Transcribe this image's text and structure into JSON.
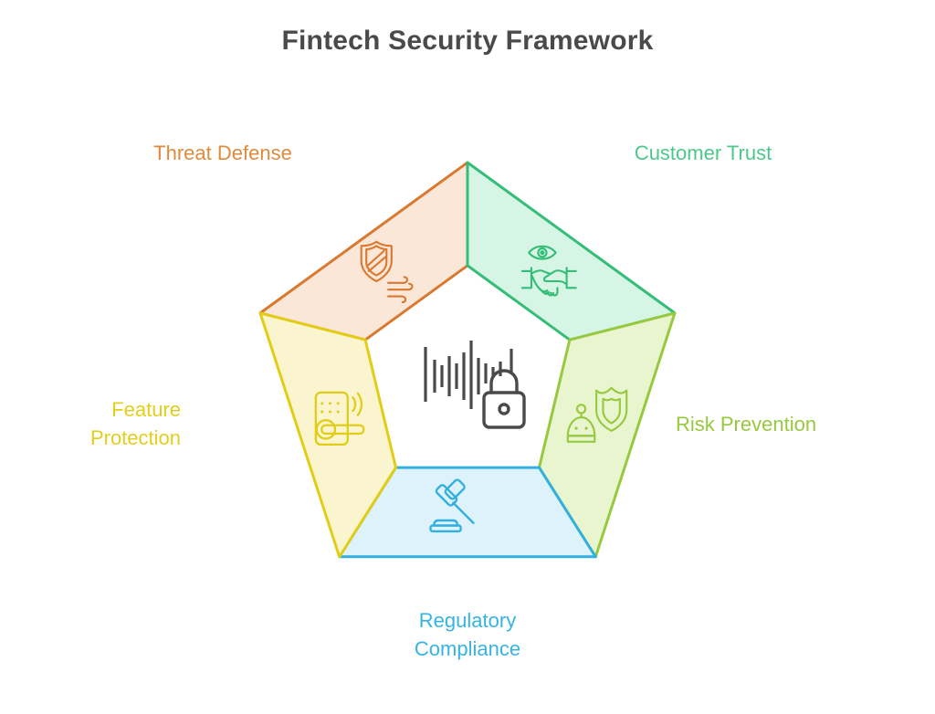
{
  "header": {
    "title": "Fintech Security Framework",
    "title_color": "#4a4a4a"
  },
  "diagram": {
    "type": "pentagon-segment-wheel",
    "segment_count": 5,
    "center_icon": {
      "name": "voice-waveform-lock-icon",
      "description": "Audio waveform bars with a padlock",
      "color": "#4a4a4a"
    },
    "segments": [
      {
        "id": "customer-trust",
        "label": "Customer Trust",
        "position": "top-right",
        "stroke": "#34bd78",
        "fill": "#d6f5e5",
        "label_color": "#4cc98a",
        "icon": {
          "name": "eye-handshake-icon",
          "description": "Eye above a handshake"
        }
      },
      {
        "id": "risk-prevention",
        "label": "Risk Prevention",
        "position": "right",
        "stroke": "#96c93d",
        "fill": "#e8f5cf",
        "label_color": "#96c93d",
        "icon": {
          "name": "robot-shield-icon",
          "description": "Robot head with a shield"
        }
      },
      {
        "id": "regulatory-compliance",
        "label": "Regulatory\nCompliance",
        "position": "bottom",
        "stroke": "#31b0e0",
        "fill": "#ddf2fb",
        "label_color": "#35b4e3",
        "icon": {
          "name": "gavel-icon",
          "description": "Judge gavel with sound block"
        }
      },
      {
        "id": "feature-protection",
        "label": "Feature\nProtection",
        "position": "left",
        "stroke": "#e2cd16",
        "fill": "#fbf5cf",
        "label_color": "#e3ce1b",
        "icon": {
          "name": "smart-door-lock-icon",
          "description": "Keypad door lock with wireless waves"
        }
      },
      {
        "id": "threat-defense",
        "label": "Threat Defense",
        "position": "top-left",
        "stroke": "#d9782e",
        "fill": "#fbe7d8",
        "label_color": "#e08a3c",
        "icon": {
          "name": "shield-wind-icon",
          "description": "Striped shield with wind lines"
        }
      }
    ]
  },
  "chart_data": {
    "type": "diagram",
    "title": "Fintech Security Framework",
    "categories": [
      "Threat Defense",
      "Customer Trust",
      "Risk Prevention",
      "Regulatory Compliance",
      "Feature Protection"
    ],
    "legend": "none",
    "grid": false
  }
}
